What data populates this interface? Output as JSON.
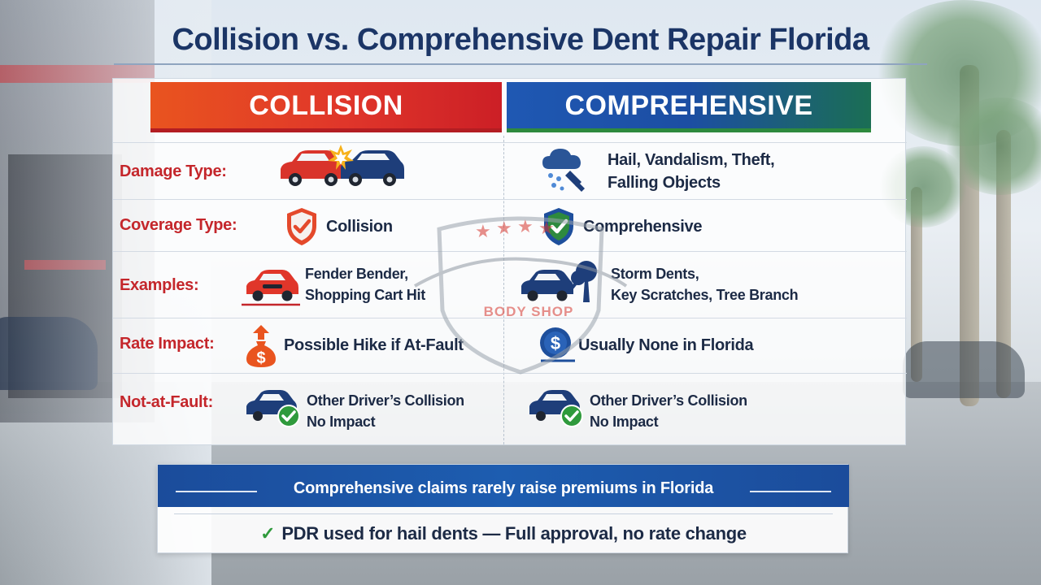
{
  "title": "Collision vs. Comprehensive Dent Repair Florida",
  "headers": {
    "collision": "COLLISION",
    "comprehensive": "COMPREHENSIVE"
  },
  "rows": [
    {
      "label": "Damage Type:",
      "collision_icon": "crashed-cars-icon",
      "comprehensive_icon": "hail-storm-icon",
      "collision": "",
      "comprehensive_line1": "Hail, Vandalism, Theft,",
      "comprehensive_line2": "Falling Objects"
    },
    {
      "label": "Coverage Type:",
      "collision_icon": "shield-check-icon",
      "comprehensive_icon": "shield-check-icon",
      "collision": "Collision",
      "comprehensive": "Comprehensive"
    },
    {
      "label": "Examples:",
      "collision_icon": "damaged-car-icon",
      "comprehensive_icon": "car-tree-icon",
      "collision_line1": "Fender Bender,",
      "collision_line2": "Shopping Cart Hit",
      "comprehensive_line1": "Storm Dents,",
      "comprehensive_line2": "Key Scratches, Tree Branch"
    },
    {
      "label": "Rate Impact:",
      "collision_icon": "money-bag-up-icon",
      "comprehensive_icon": "money-coin-icon",
      "collision": "Possible Hike if At-Fault",
      "comprehensive": "Usually None in Florida"
    },
    {
      "label": "Not-at-Fault:",
      "collision_icon": "car-check-icon",
      "comprehensive_icon": "car-check-icon",
      "collision_line1": "Other Driver’s Collision",
      "collision_line2": "No Impact",
      "comprehensive_line1": "Other Driver’s Collision",
      "comprehensive_line2": "No Impact"
    }
  ],
  "watermark": {
    "text": "BODY SHOP"
  },
  "banner": {
    "headline": "Comprehensive claims rarely raise premiums in Florida",
    "check": "✓",
    "detail": "PDR used for hail dents — Full approval, no rate change"
  },
  "colors": {
    "title": "#1b3566",
    "label_red": "#c4262b",
    "collision_red": "#e0362a",
    "comprehensive_blue": "#1c4ea3",
    "comprehensive_green": "#2e8a3e",
    "check_green": "#2f9a3c"
  }
}
